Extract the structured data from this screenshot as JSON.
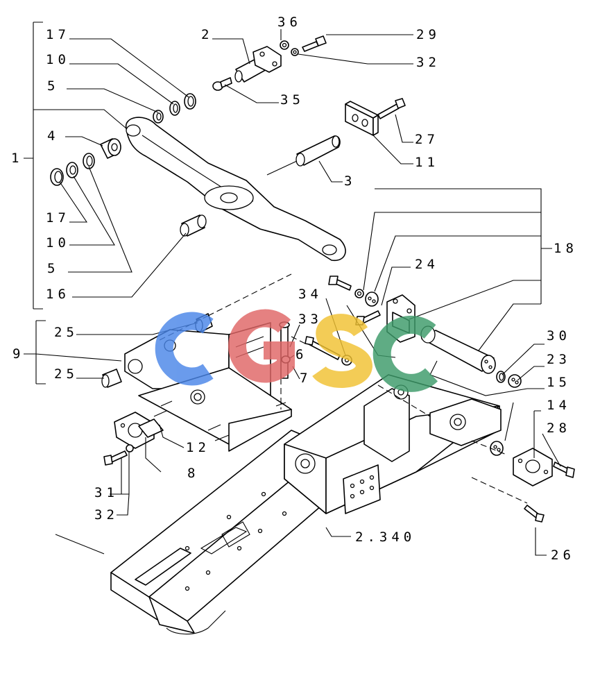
{
  "callouts": {
    "c17a": "17",
    "c10a": "10",
    "c5a": "5",
    "c4": "4",
    "c1": "1",
    "c17b": "17",
    "c10b": "10",
    "c5b": "5",
    "c16": "16",
    "c2": "2",
    "c36": "36",
    "c29": "29",
    "c32a": "32",
    "c35": "35",
    "c27": "27",
    "c11": "11",
    "c3": "3",
    "c18": "18",
    "c24": "24",
    "c34": "34",
    "c33": "33",
    "c6": "6",
    "c7": "7",
    "c25a": "25",
    "c9": "9",
    "c25b": "25",
    "c30": "30",
    "c23": "23",
    "c15": "15",
    "c14": "14",
    "c28": "28",
    "c12": "12",
    "c8": "8",
    "c31": "31",
    "c32b": "32",
    "c2340": "2.340",
    "c26": "26"
  },
  "watermark": {
    "letters": [
      "C",
      "G",
      "S",
      "C"
    ],
    "colors": [
      "#4a86e8",
      "#e06666",
      "#f1c232",
      "#3d9b6a"
    ]
  }
}
